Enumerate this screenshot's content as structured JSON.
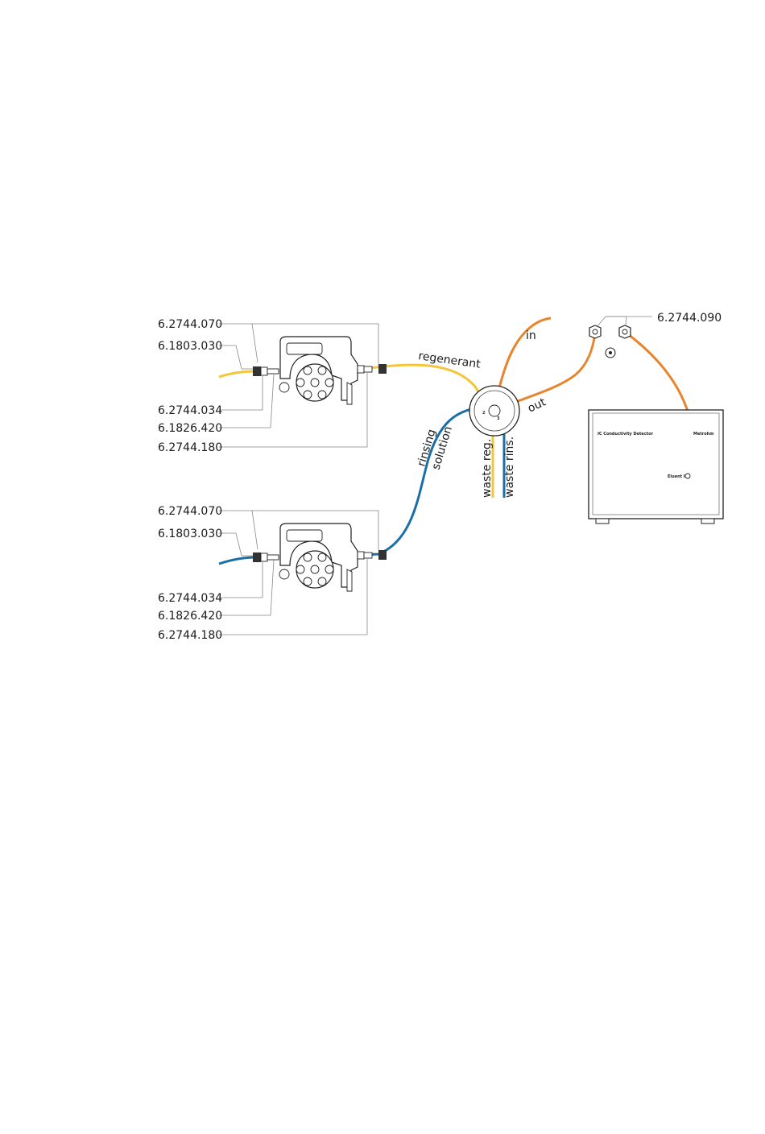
{
  "colors": {
    "regenerant_tube": "#f3c63b",
    "rinsing_tube": "#1a6fa8",
    "eluent_tube": "#e8852c",
    "outline": "#222222",
    "leader": "#888888"
  },
  "pump_top": {
    "labels": {
      "tubing_070": "6.2744.070",
      "connector_030": "6.1803.030",
      "tubing_034": "6.2744.034",
      "pump_tube": "6.1826.420",
      "tubing_180": "6.2744.180"
    }
  },
  "pump_bottom": {
    "labels": {
      "tubing_070": "6.2744.070",
      "connector_030": "6.1803.030",
      "tubing_034": "6.2744.034",
      "pump_tube": "6.1826.420",
      "tubing_180": "6.2744.180"
    }
  },
  "flow_labels": {
    "regenerant": "regenerant",
    "rinsing": "rinsing",
    "solution": "solution",
    "in": "in",
    "out": "out",
    "waste_reg": "waste reg.",
    "waste_rins": "waste rins."
  },
  "detector": {
    "capillary_label": "6.2744.090",
    "title": "IC Conductivity Detector",
    "brand": "Metrohm",
    "port_label": "Eluent In"
  }
}
